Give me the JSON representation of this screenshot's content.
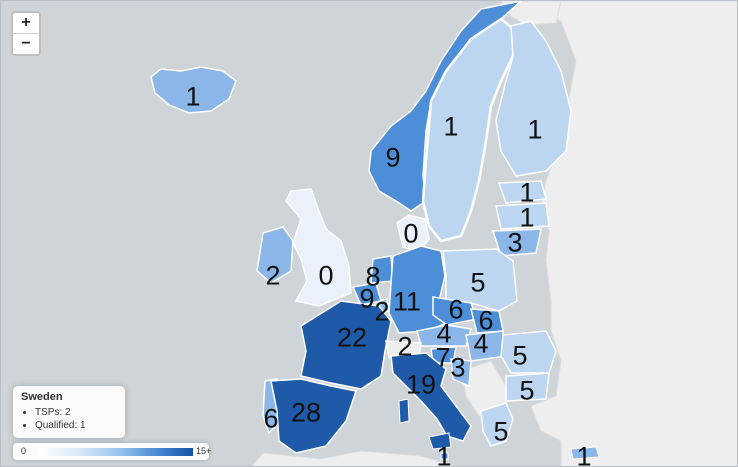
{
  "zoom": {
    "in_label": "+",
    "out_label": "−"
  },
  "info_box": {
    "country": "Sweden",
    "lines": [
      "TSPs: 2",
      "Qualified: 1"
    ]
  },
  "legend": {
    "min_label": "0",
    "max_label": "15+"
  },
  "colors": {
    "sea": "#cfd4d8",
    "non_member_land": "#eeeeee",
    "scale_0": "#eaf1fb",
    "scale_low": "#bcd6f2",
    "scale_mid": "#8bb7e8",
    "scale_high": "#4d8ed8",
    "scale_max": "#1f5aa8"
  },
  "countries": [
    {
      "name": "Iceland",
      "value": "1",
      "shade": "scale_mid"
    },
    {
      "name": "Norway",
      "value": "9",
      "shade": "scale_high"
    },
    {
      "name": "Sweden",
      "value": "1",
      "shade": "scale_low"
    },
    {
      "name": "Finland",
      "value": "1",
      "shade": "scale_low"
    },
    {
      "name": "Estonia",
      "value": "1",
      "shade": "scale_low"
    },
    {
      "name": "Latvia",
      "value": "1",
      "shade": "scale_low"
    },
    {
      "name": "Lithuania",
      "value": "3",
      "shade": "scale_mid"
    },
    {
      "name": "Denmark",
      "value": "0",
      "shade": "scale_0"
    },
    {
      "name": "Ireland",
      "value": "2",
      "shade": "scale_mid"
    },
    {
      "name": "United Kingdom",
      "value": "0",
      "shade": "scale_0"
    },
    {
      "name": "Netherlands",
      "value": "8",
      "shade": "scale_high"
    },
    {
      "name": "Belgium",
      "value": "9",
      "shade": "scale_high"
    },
    {
      "name": "Luxembourg",
      "value": "2",
      "shade": "scale_mid"
    },
    {
      "name": "Germany",
      "value": "11",
      "shade": "scale_high"
    },
    {
      "name": "Poland",
      "value": "5",
      "shade": "scale_mid"
    },
    {
      "name": "Czech Republic",
      "value": "6",
      "shade": "scale_high"
    },
    {
      "name": "Slovakia",
      "value": "6",
      "shade": "scale_high"
    },
    {
      "name": "Austria",
      "value": "4",
      "shade": "scale_mid"
    },
    {
      "name": "Hungary",
      "value": "4",
      "shade": "scale_mid"
    },
    {
      "name": "France",
      "value": "22",
      "shade": "scale_max"
    },
    {
      "name": "Switzerland",
      "value": "2",
      "shade": "non_member_land"
    },
    {
      "name": "Slovenia",
      "value": "7",
      "shade": "scale_high"
    },
    {
      "name": "Croatia",
      "value": "3",
      "shade": "scale_mid"
    },
    {
      "name": "Romania",
      "value": "5",
      "shade": "scale_mid"
    },
    {
      "name": "Bulgaria",
      "value": "5",
      "shade": "scale_mid"
    },
    {
      "name": "Italy",
      "value": "19",
      "shade": "scale_max"
    },
    {
      "name": "Greece",
      "value": "5",
      "shade": "scale_mid"
    },
    {
      "name": "Portugal",
      "value": "6",
      "shade": "scale_mid"
    },
    {
      "name": "Spain",
      "value": "28",
      "shade": "scale_max"
    },
    {
      "name": "Malta",
      "value": "1",
      "shade": "scale_high"
    },
    {
      "name": "Cyprus",
      "value": "1",
      "shade": "scale_mid"
    }
  ]
}
